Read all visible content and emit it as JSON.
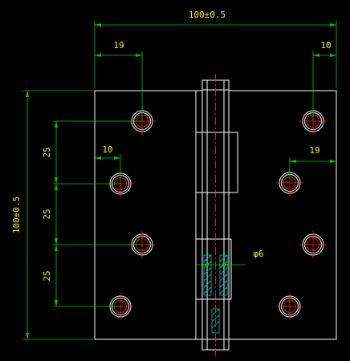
{
  "colors": {
    "background": "#000000",
    "outline": "#ffffff",
    "dimension": "#00c800",
    "dimension_text": "#f2f200",
    "centerline": "#ff2020",
    "hatch": "#00c8c8"
  },
  "dimensions": {
    "overall_width": "100±0.5",
    "overall_height": "100±0.5",
    "left_hole_offset_top": "19",
    "right_hole_offset_top": "10",
    "left_hole_offset_mid": "10",
    "right_hole_offset_mid": "19",
    "pitch_1": "25",
    "pitch_2": "25",
    "pitch_3": "25",
    "pin_diameter": "φ6"
  }
}
